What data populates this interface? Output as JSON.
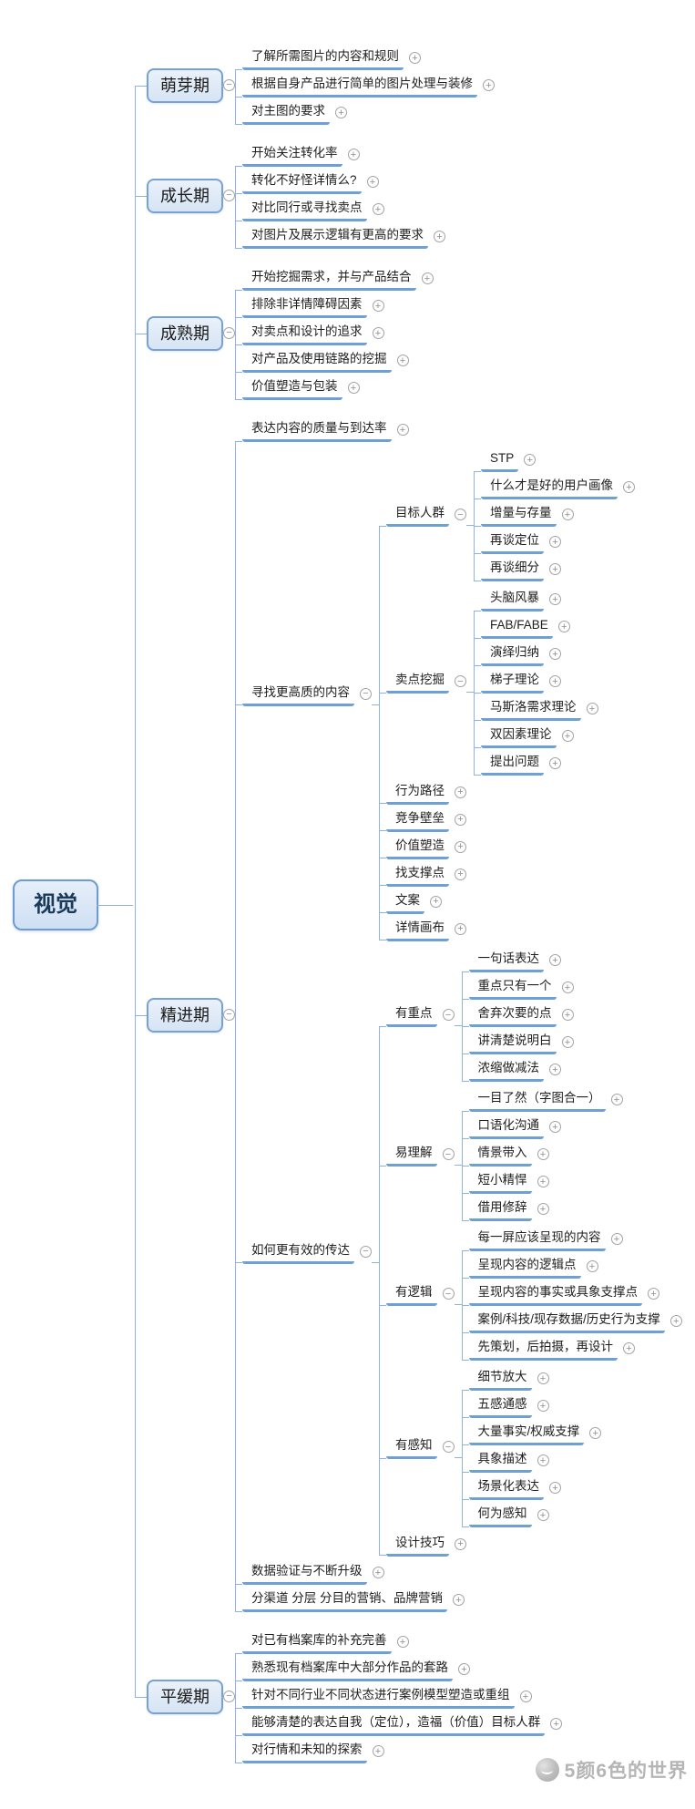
{
  "watermark": {
    "text": "5颜6色的世界"
  },
  "colors": {
    "bar": "#6fa0d4",
    "line": "#8fb3da",
    "box_border": "#78a2d3",
    "box_bg": "#d6e4f4"
  },
  "root": {
    "label": "视觉",
    "children": [
      {
        "label": "萌芽期",
        "style": "box",
        "children": [
          {
            "label": "了解所需图片的内容和规则"
          },
          {
            "label": "根据自身产品进行简单的图片处理与装修"
          },
          {
            "label": "对主图的要求"
          }
        ]
      },
      {
        "label": "成长期",
        "style": "box",
        "children": [
          {
            "label": "开始关注转化率"
          },
          {
            "label": "转化不好怪详情么?"
          },
          {
            "label": "对比同行或寻找卖点"
          },
          {
            "label": "对图片及展示逻辑有更高的要求"
          }
        ]
      },
      {
        "label": "成熟期",
        "style": "box",
        "children": [
          {
            "label": "开始挖掘需求，并与产品结合"
          },
          {
            "label": "排除非详情障碍因素"
          },
          {
            "label": "对卖点和设计的追求"
          },
          {
            "label": "对产品及使用链路的挖掘"
          },
          {
            "label": "价值塑造与包装"
          }
        ]
      },
      {
        "label": "精进期",
        "style": "box",
        "children": [
          {
            "label": "表达内容的质量与到达率"
          },
          {
            "label": "寻找更高质的内容",
            "children": [
              {
                "label": "目标人群",
                "children": [
                  {
                    "label": "STP"
                  },
                  {
                    "label": "什么才是好的用户画像"
                  },
                  {
                    "label": "增量与存量"
                  },
                  {
                    "label": "再谈定位"
                  },
                  {
                    "label": "再谈细分"
                  }
                ]
              },
              {
                "label": "卖点挖掘",
                "children": [
                  {
                    "label": "头脑风暴"
                  },
                  {
                    "label": "FAB/FABE"
                  },
                  {
                    "label": "演绎归纳"
                  },
                  {
                    "label": "梯子理论"
                  },
                  {
                    "label": "马斯洛需求理论"
                  },
                  {
                    "label": "双因素理论"
                  },
                  {
                    "label": "提出问题"
                  }
                ]
              },
              {
                "label": "行为路径"
              },
              {
                "label": "竞争壁垒"
              },
              {
                "label": "价值塑造"
              },
              {
                "label": "找支撑点"
              },
              {
                "label": "文案"
              },
              {
                "label": "详情画布"
              }
            ]
          },
          {
            "label": "如何更有效的传达",
            "children": [
              {
                "label": "有重点",
                "children": [
                  {
                    "label": "一句话表达"
                  },
                  {
                    "label": "重点只有一个"
                  },
                  {
                    "label": "舍弃次要的点"
                  },
                  {
                    "label": "讲清楚说明白"
                  },
                  {
                    "label": "浓缩做减法"
                  }
                ]
              },
              {
                "label": "易理解",
                "children": [
                  {
                    "label": "一目了然（字图合一）"
                  },
                  {
                    "label": "口语化沟通"
                  },
                  {
                    "label": "情景带入"
                  },
                  {
                    "label": "短小精悍"
                  },
                  {
                    "label": "借用修辞"
                  }
                ]
              },
              {
                "label": "有逻辑",
                "children": [
                  {
                    "label": "每一屏应该呈现的内容"
                  },
                  {
                    "label": "呈现内容的逻辑点"
                  },
                  {
                    "label": "呈现内容的事实或具象支撑点"
                  },
                  {
                    "label": "案例/科技/现存数据/历史行为支撑"
                  },
                  {
                    "label": "先策划，后拍摄，再设计"
                  }
                ]
              },
              {
                "label": "有感知",
                "children": [
                  {
                    "label": "细节放大"
                  },
                  {
                    "label": "五感通感"
                  },
                  {
                    "label": "大量事实/权威支撑"
                  },
                  {
                    "label": "具象描述"
                  },
                  {
                    "label": "场景化表达"
                  },
                  {
                    "label": "何为感知"
                  }
                ]
              },
              {
                "label": "设计技巧"
              }
            ]
          },
          {
            "label": "数据验证与不断升级"
          },
          {
            "label": "分渠道 分层 分目的营销、品牌营销"
          }
        ]
      },
      {
        "label": "平缓期",
        "style": "box",
        "children": [
          {
            "label": "对已有档案库的补充完善"
          },
          {
            "label": "熟悉现有档案库中大部分作品的套路"
          },
          {
            "label": "针对不同行业不同状态进行案例模型塑造或重组"
          },
          {
            "label": "能够清楚的表达自我（定位），造福（价值）目标人群"
          },
          {
            "label": "对行情和未知的探索"
          }
        ]
      }
    ]
  }
}
